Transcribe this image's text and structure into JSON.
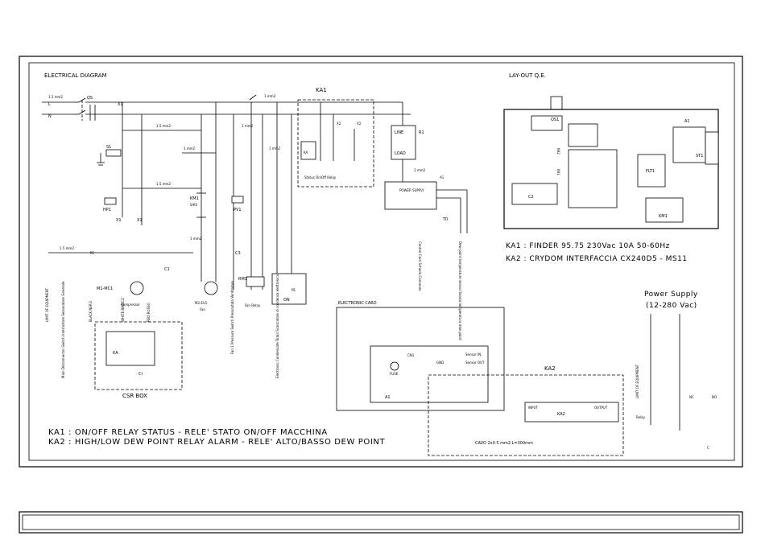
{
  "titles": {
    "electrical": "ELECTRICAL DIAGRAM",
    "layout": "LAY-OUT Q.E.",
    "ka1_box": "KA1",
    "ka2_box": "KA2",
    "electronic_card": "ELECTRONIC CARD",
    "csr_box": "CSR BOX",
    "power_supply": "Power Supply",
    "power_range": "(12-280 Vac)"
  },
  "wire_labels": {
    "w15_top": "1.5 mm2",
    "w1_top": "1 mm2",
    "w15_a": "1.5 mm2",
    "w15_b": "1.5 mm2",
    "w1_a": "1 mm2",
    "w1_b": "1 mm2",
    "w1_c": "1 mm2",
    "w1_d": "1 mm2",
    "w1_e": "1 mm2",
    "w15_fe": "1.5 mm2"
  },
  "components": {
    "L": "L",
    "N": "N",
    "QS": "QS",
    "X1": "X1",
    "S1": "S1",
    "HP1": "HP1",
    "PE": "PE",
    "M1": "M1-MC1",
    "compressor": "Compressor",
    "C1": "C1",
    "KM1": "KM1",
    "S_KS": "S/KS",
    "PV1": "PV1",
    "C3": "C3",
    "M2": "M2-EV1",
    "fan": "Fan",
    "RM1": "RM1",
    "fan_relay": "Fan Relay",
    "on": "ON",
    "line": "LINE",
    "load": "LOAD",
    "R1": "R1",
    "T0": "T0",
    "A1": "A1",
    "CN1": "CN1",
    "fuse": "FUSE",
    "sensor_in": "Sensor IN",
    "sensor_out": "Sensor OUT",
    "gnd": "GND",
    "input": "INPUT",
    "output": "OUTPUT",
    "nc": "NC",
    "no": "NO",
    "c": "C",
    "status_relay": "Status On/Off Relay",
    "ka1_coil": "KA",
    "x2": "X2",
    "power_supply_box": "POWER SUPPLY",
    "sensor_temp": "Dew point temperature sensor\nSonda temperatura dew point",
    "control_card": "Control Card\nScheda Comando",
    "main_sw": "Main Disconnector Switch\nInterruttore Sezionatore Generale",
    "fan_pressure": "Fan 1 Pressure Switch\nPressostato Ventilatore",
    "cond_drain": "Electronic Condensate Drain\nScaricatore di condensa elettronico",
    "limit_equipment": "LIMIT OF EQUIPMENT",
    "limit_equipment2": "LIMIT OF EQUIPMENT",
    "black": "BLACK\nNERO",
    "white": "WHITE\nBIANCO",
    "red": "RED\nROSSO",
    "cr": "Cr",
    "ka_csr": "KA",
    "QS1": "QS1",
    "ST1": "ST1",
    "C2": "C2",
    "KA1_lay": "KA1",
    "KA2_lay": "KA2",
    "FLT1": "FLT1",
    "KM1_lay": "KM1",
    "A1_lay": "A1",
    "relay": "Relay"
  },
  "cable": "CAVO 2x0.5 mm2 L=300mm",
  "specs": {
    "ka1": "KA1 : FINDER 95.75 230Vac  10A  50-60Hz",
    "ka2": "KA2 : CRYDOM INTERFACCIA CX240D5 - MS11"
  },
  "legend": {
    "ka1": "KA1 : ON/OFF RELAY STATUS - RELE' STATO ON/OFF MACCHINA",
    "ka2": "KA2 : HIGH/LOW DEW POINT RELAY ALARM - RELE' ALTO/BASSO DEW POINT"
  }
}
